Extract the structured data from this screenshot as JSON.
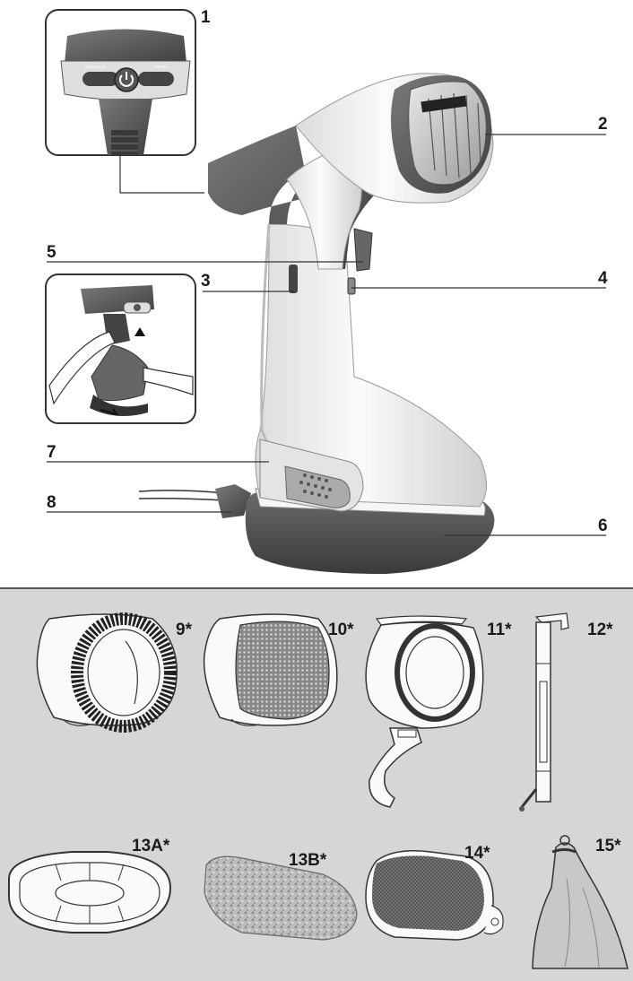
{
  "parts_main": [
    {
      "id": "callout-1",
      "label": "1"
    },
    {
      "id": "callout-2",
      "label": "2"
    },
    {
      "id": "callout-3",
      "label": "3"
    },
    {
      "id": "callout-4",
      "label": "4"
    },
    {
      "id": "callout-5",
      "label": "5"
    },
    {
      "id": "callout-6",
      "label": "6"
    },
    {
      "id": "callout-7",
      "label": "7"
    },
    {
      "id": "callout-8",
      "label": "8"
    }
  ],
  "accessories": [
    {
      "id": "callout-9",
      "label": "9*"
    },
    {
      "id": "callout-10",
      "label": "10*"
    },
    {
      "id": "callout-11",
      "label": "11*"
    },
    {
      "id": "callout-12",
      "label": "12*"
    },
    {
      "id": "callout-13a",
      "label": "13A*"
    },
    {
      "id": "callout-13b",
      "label": "13B*"
    },
    {
      "id": "callout-14",
      "label": "14*"
    },
    {
      "id": "callout-15",
      "label": "15*"
    }
  ],
  "control_panel": {
    "left_button_label": "EVEN CATE",
    "right_button_label": "TUR BO"
  },
  "colors": {
    "body_dark": "#555555",
    "body_light": "#f2f2f2",
    "accessory_panel": "#d6d6d6",
    "outline": "#333333"
  }
}
